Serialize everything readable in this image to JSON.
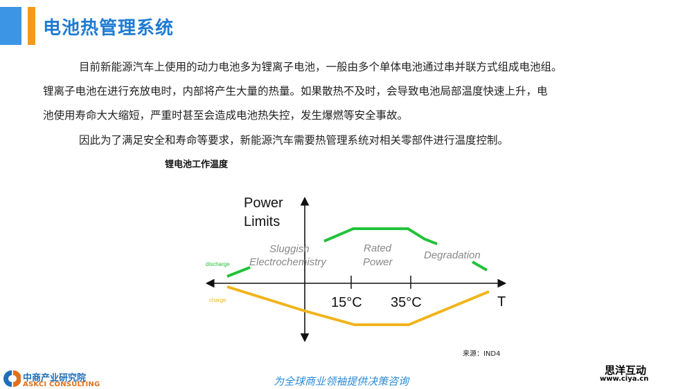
{
  "header": {
    "title": "电池热管理系统"
  },
  "body": {
    "lines": [
      "目前新能源汽车上使用的动力电池多为锂离子电池，一般由多个单体电池通过串并联方式组成电池组。",
      "锂离子电池在进行充放电时，内部将产生大量的热量。如果散热不及时，会导致电池局部温度快速上升，电",
      "池使用寿命大大缩短，严重时甚至会造成电池热失控，发生爆燃等安全事故。",
      "因此为了满足安全和寿命等要求，新能源汽车需要热管理系统对相关零部件进行温度控制。"
    ]
  },
  "figure": {
    "caption": "锂电池工作温度",
    "y_label_line1": "Power",
    "y_label_line2": "Limits",
    "x_label": "T",
    "ticks": [
      "15°C",
      "35°C"
    ],
    "region_sluggish_1": "Sluggish",
    "region_sluggish_2": "Electrochemistry",
    "region_rated_1": "Rated",
    "region_rated_2": "Power",
    "region_degradation": "Degradation",
    "legend_discharge": "discharge",
    "legend_charge": "charge",
    "colors": {
      "discharge": "#22c23a",
      "charge": "#f0b41c"
    },
    "source": "来源：IND4"
  },
  "footer": {
    "logo_cn": "中商产业研究院",
    "logo_en": "ASKCI CONSULTING",
    "slogan": "为全球商业领袖提供决策咨询",
    "watermark_cn": "思洋互动",
    "watermark_url": "www.ciya.cn"
  }
}
